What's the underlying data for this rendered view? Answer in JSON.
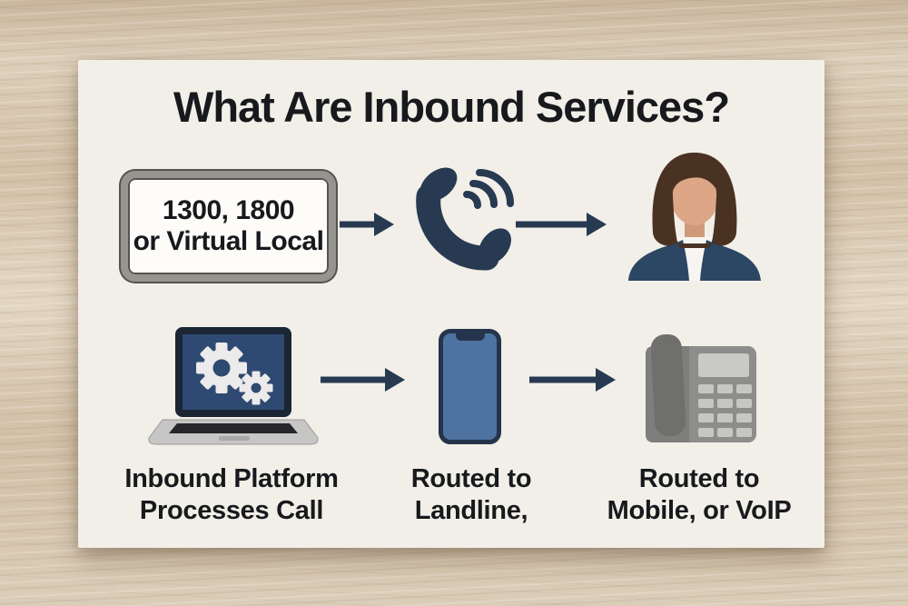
{
  "title": "What Are Inbound Services?",
  "sign": {
    "line1": "1300, 1800",
    "line2": "or Virtual Local"
  },
  "captions": {
    "platform": {
      "line1": "Inbound Platform",
      "line2": "Processes Call"
    },
    "landline": {
      "line1": "Routed to",
      "line2": "Landline,"
    },
    "mobile": {
      "line1": "Routed to",
      "line2": "Mobile, or VoIP"
    }
  },
  "icons": {
    "ringing_phone": "ringing-telephone-handset-icon",
    "agent": "female-call-agent-avatar",
    "laptop_gears": "laptop-with-gears-icon",
    "smartphone": "smartphone-icon",
    "desk_phone": "desk-telephone-icon",
    "arrow": "right-arrow-icon"
  },
  "colors": {
    "navy": "#273a52",
    "text_dark": "#17191d",
    "card_bg": "#f2efe8",
    "wood_bg": "#d8c7b1",
    "laptop_screen_blue": "#2e4a72",
    "laptop_frame_navy": "#1b2534",
    "smartphone_blue": "#4e73a1",
    "smartphone_frame": "#25344c",
    "device_gray": "#8d8d8b",
    "sign_border_gray": "#96948f",
    "hair_brown": "#4a3222",
    "skin_tone": "#dca687",
    "blazer_navy": "#2b4763"
  }
}
